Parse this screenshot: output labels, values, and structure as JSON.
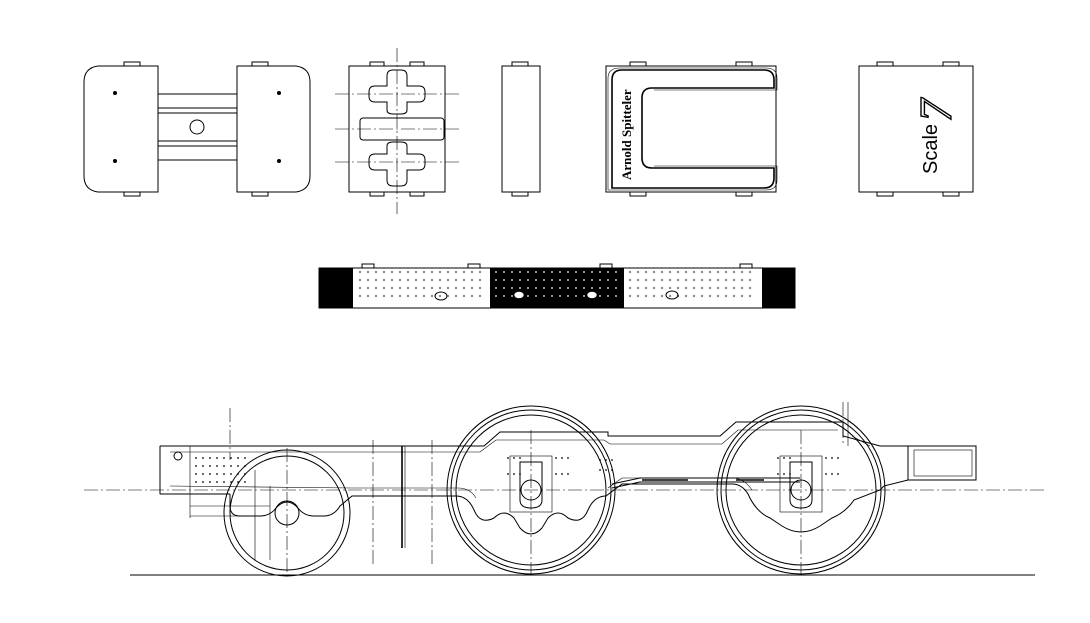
{
  "drawing": {
    "brand_text": "Arnold Spitteler",
    "logo_word": "Scale",
    "logo_number": "7"
  }
}
